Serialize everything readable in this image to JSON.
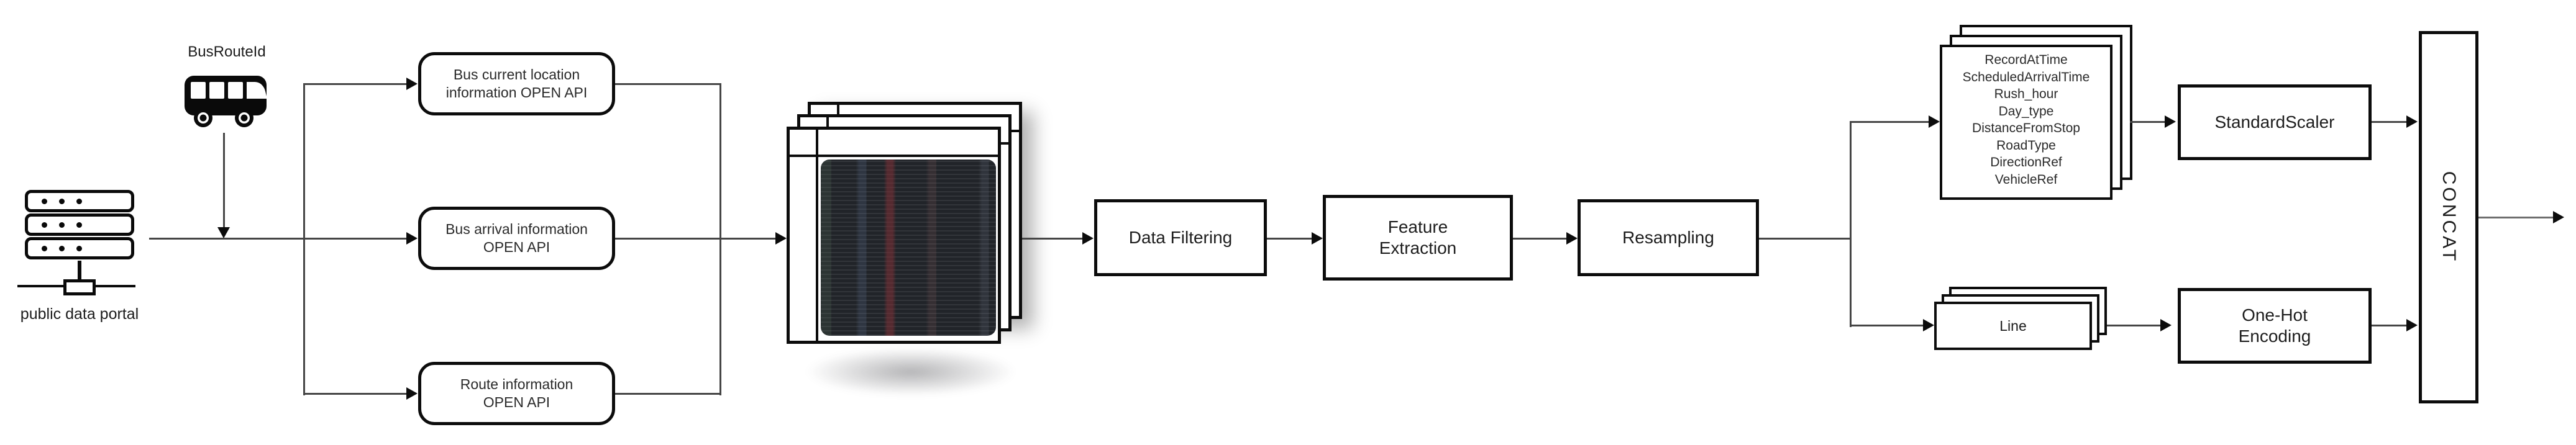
{
  "colors": {
    "background": "#ffffff",
    "stroke": "#454545",
    "stroke_light": "#6e6e6e",
    "box_border": "#0c0c0c",
    "text": "#1c1c1c",
    "data_panel_bg": "#212429",
    "data_panel_red_band": "#80363c",
    "data_panel_green_band": "#608060",
    "data_panel_blue_band": "#60749c"
  },
  "source": {
    "portal_icon": "server-icon",
    "portal_label": "public data portal",
    "bus_icon": "bus-icon",
    "bus_label": "BusRouteId"
  },
  "api_boxes": [
    {
      "label": "Bus current location\ninformation OPEN API"
    },
    {
      "label": "Bus arrival information\nOPEN API"
    },
    {
      "label": "Route information\nOPEN API"
    }
  ],
  "pipeline": [
    {
      "label": "Data Filtering"
    },
    {
      "label": "Feature\nExtraction"
    },
    {
      "label": "Resampling"
    }
  ],
  "numeric_feature_stack": {
    "items": [
      "RecordAtTime",
      "ScheduledArrivalTime",
      "Rush_hour",
      "Day_type",
      "DistanceFromStop",
      "RoadType",
      "DirectionRef",
      "VehicleRef"
    ]
  },
  "categorical_feature_stack": {
    "label": "Line"
  },
  "encoders": {
    "standard_scaler_label": "StandardScaler",
    "one_hot_label": "One-Hot\nEncoding"
  },
  "concat": {
    "label": "CONCAT"
  }
}
